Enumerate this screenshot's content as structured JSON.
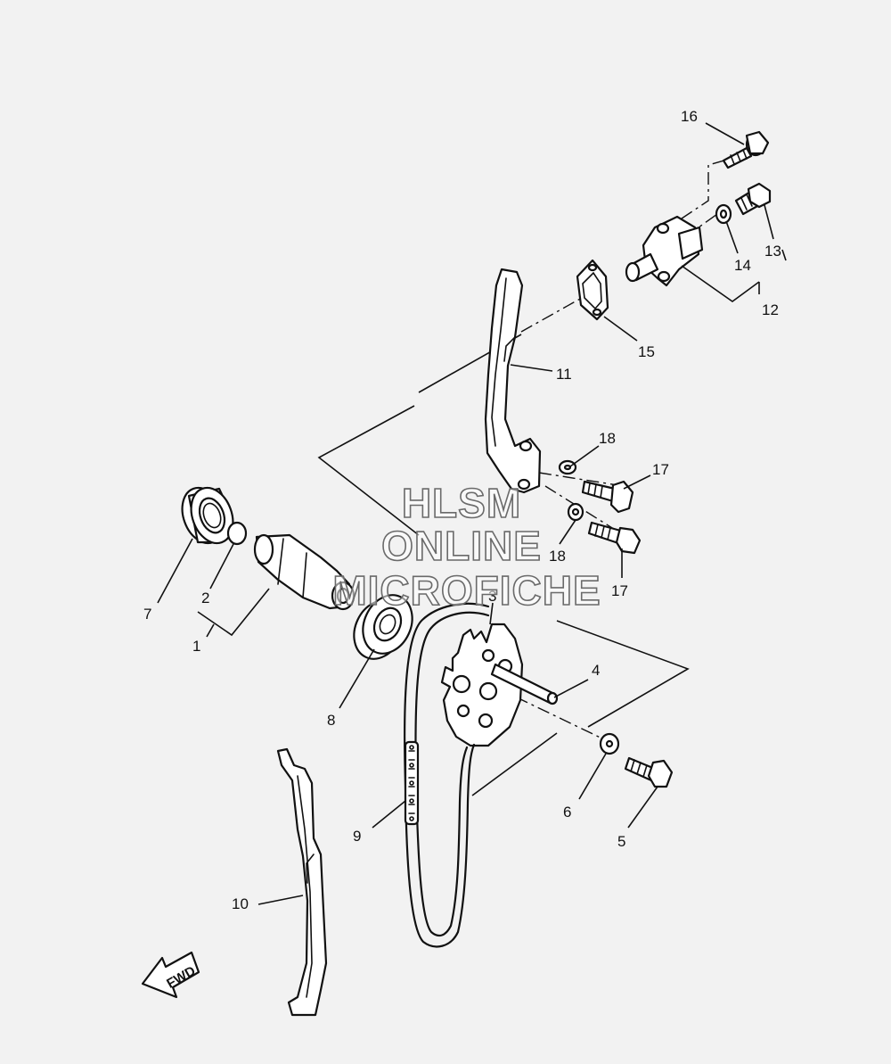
{
  "callouts": [
    "1",
    "2",
    "3",
    "4",
    "5",
    "6",
    "7",
    "8",
    "9",
    "10",
    "11",
    "12",
    "13",
    "14",
    "15",
    "16",
    "17",
    "17",
    "18",
    "18"
  ],
  "watermark": [
    "HLSM",
    "ONLINE",
    "MICROFICHE"
  ],
  "fwd_label": "FWD"
}
